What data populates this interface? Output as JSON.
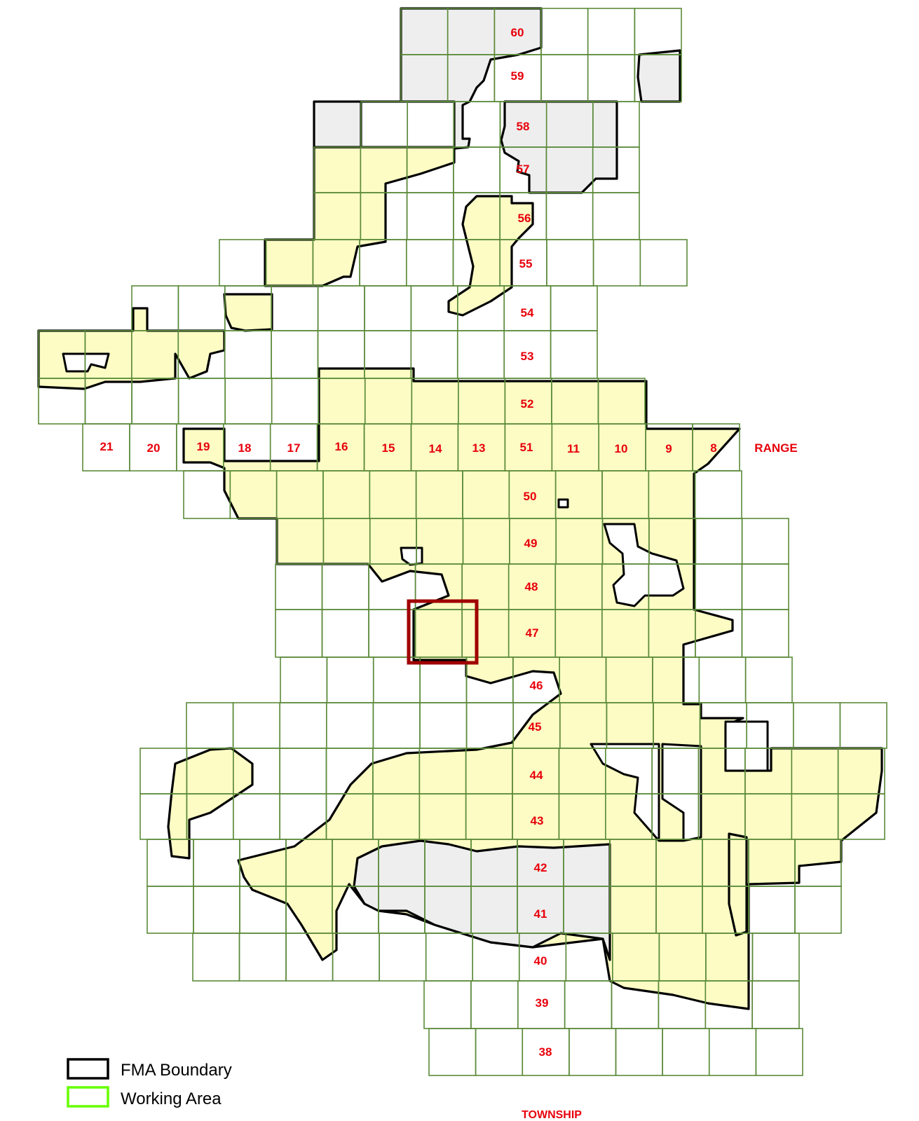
{
  "colors": {
    "label": "#e8000b",
    "grid": "#5b8a3a",
    "fma_fill": "#fcfcc4",
    "excluded_fill": "#eeeeee",
    "boundary": "#000000",
    "highlight": "#a00000",
    "working_area_legend": "#66ff00"
  },
  "townships": [
    "60",
    "59",
    "58",
    "57",
    "56",
    "55",
    "54",
    "53",
    "52",
    "51",
    "50",
    "49",
    "48",
    "47",
    "46",
    "45",
    "44",
    "43",
    "42",
    "41",
    "40",
    "39",
    "38"
  ],
  "ranges": [
    "21",
    "20",
    "19",
    "18",
    "17",
    "16",
    "15",
    "14",
    "13",
    "11",
    "10",
    "9",
    "8"
  ],
  "axis": {
    "range_label": "RANGE",
    "township_label": "TOWNSHIP"
  },
  "legend": [
    {
      "label": "FMA Boundary",
      "icon": "black-box"
    },
    {
      "label": "Working Area",
      "icon": "green-box"
    }
  ]
}
